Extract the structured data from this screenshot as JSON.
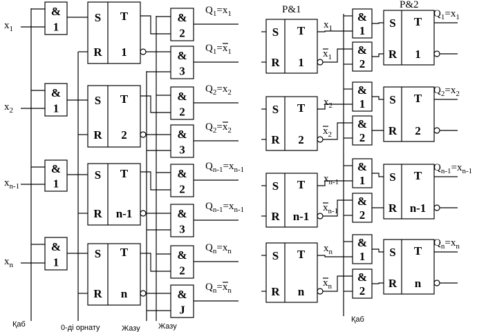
{
  "left": {
    "bus_labels": {
      "kab": "Қаб",
      "reset": "0-ді орнату",
      "write1": "Жазу",
      "write2": "Жазу"
    },
    "rows": [
      {
        "input": {
          "base": "x",
          "sub": "1"
        },
        "gate": {
          "sym": "&",
          "num": "1"
        },
        "trigger": {
          "s": "S",
          "r": "R",
          "t": "T",
          "num": "1"
        },
        "outs": [
          {
            "sym": "&",
            "num": "2",
            "label": {
              "q": "Q",
              "qsub": "1",
              "eq": "=",
              "x": "x",
              "xsub": "1",
              "bar": false
            }
          },
          {
            "sym": "&",
            "num": "3",
            "label": {
              "q": "Q",
              "qsub": "1",
              "eq": "=",
              "x": "x",
              "xsub": "1",
              "bar": true
            }
          }
        ]
      },
      {
        "input": {
          "base": "x",
          "sub": "2"
        },
        "gate": {
          "sym": "&",
          "num": "1"
        },
        "trigger": {
          "s": "S",
          "r": "R",
          "t": "T",
          "num": "2"
        },
        "outs": [
          {
            "sym": "&",
            "num": "2",
            "label": {
              "q": "Q",
              "qsub": "2",
              "eq": "=",
              "x": "x",
              "xsub": "2",
              "bar": false
            }
          },
          {
            "sym": "&",
            "num": "3",
            "label": {
              "q": "Q",
              "qsub": "2",
              "eq": "=",
              "x": "x",
              "xsub": "2",
              "bar": true
            }
          }
        ]
      },
      {
        "input": {
          "base": "x",
          "sub": "n-1"
        },
        "gate": {
          "sym": "&",
          "num": "1"
        },
        "trigger": {
          "s": "S",
          "r": "R",
          "t": "T",
          "num": "n-1"
        },
        "outs": [
          {
            "sym": "&",
            "num": "2",
            "label": {
              "q": "Q",
              "qsub": "n-1",
              "eq": "=",
              "x": "x",
              "xsub": "n-1",
              "bar": false
            }
          },
          {
            "sym": "&",
            "num": "3",
            "label": {
              "q": "Q",
              "qsub": "n-1",
              "eq": "=",
              "x": "x",
              "xsub": "n-1",
              "bar": false
            }
          }
        ]
      },
      {
        "input": {
          "base": "x",
          "sub": "n"
        },
        "gate": {
          "sym": "&",
          "num": "1"
        },
        "trigger": {
          "s": "S",
          "r": "R",
          "t": "T",
          "num": "n"
        },
        "outs": [
          {
            "sym": "&",
            "num": "2",
            "label": {
              "q": "Q",
              "qsub": "n",
              "eq": "=",
              "x": "x",
              "xsub": "n",
              "bar": false
            }
          },
          {
            "sym": "&",
            "num": "J",
            "label": {
              "q": "Q",
              "qsub": "n",
              "eq": "=",
              "x": "x",
              "xsub": "n",
              "bar": true
            }
          }
        ]
      }
    ]
  },
  "right": {
    "reg1_label": "P&1",
    "reg2_label": "P&2",
    "bus_label": "Қаб",
    "rows": [
      {
        "t1": {
          "s": "S",
          "r": "R",
          "t": "T",
          "num": "1"
        },
        "q": {
          "base": "x",
          "sub": "1"
        },
        "qbar": {
          "base": "x",
          "sub": "1"
        },
        "g1": {
          "sym": "&",
          "num": "1"
        },
        "g2": {
          "sym": "&",
          "num": "2"
        },
        "t2": {
          "s": "S",
          "r": "R",
          "t": "T",
          "num": "1"
        },
        "out": {
          "q": "Q",
          "qsub": "1",
          "eq": "=",
          "x": "x",
          "xsub": "1",
          "bar": false
        }
      },
      {
        "t1": {
          "s": "S",
          "r": "R",
          "t": "T",
          "num": "2"
        },
        "q": {
          "base": "x",
          "sub": "2"
        },
        "qbar": {
          "base": "x",
          "sub": "2"
        },
        "g1": {
          "sym": "&",
          "num": "1"
        },
        "g2": {
          "sym": "&",
          "num": "2"
        },
        "t2": {
          "s": "S",
          "r": "R",
          "t": "T",
          "num": "2"
        },
        "out": {
          "q": "Q",
          "qsub": "2",
          "eq": "=",
          "x": "x",
          "xsub": "2",
          "bar": false
        }
      },
      {
        "t1": {
          "s": "S",
          "r": "R",
          "t": "T",
          "num": "n-1"
        },
        "q": {
          "base": "x",
          "sub": "n-1"
        },
        "qbar": {
          "base": "x",
          "sub": "n-1"
        },
        "g1": {
          "sym": "&",
          "num": "1"
        },
        "g2": {
          "sym": "&",
          "num": "2"
        },
        "t2": {
          "s": "S",
          "r": "R",
          "t": "T",
          "num": "n-1"
        },
        "out": {
          "q": "Q",
          "qsub": "n-1",
          "eq": "=",
          "x": "x",
          "xsub": "n-1",
          "bar": false
        }
      },
      {
        "t1": {
          "s": "S",
          "r": "R",
          "t": "T",
          "num": "n"
        },
        "q": {
          "base": "x",
          "sub": "n"
        },
        "qbar": {
          "base": "x",
          "sub": "n"
        },
        "g1": {
          "sym": "&",
          "num": "1"
        },
        "g2": {
          "sym": "&",
          "num": "2"
        },
        "t2": {
          "s": "S",
          "r": "R",
          "t": "T",
          "num": "n"
        },
        "out": {
          "q": "Q",
          "qsub": "n",
          "eq": "=",
          "x": "x",
          "xsub": "n",
          "bar": false
        }
      }
    ]
  }
}
